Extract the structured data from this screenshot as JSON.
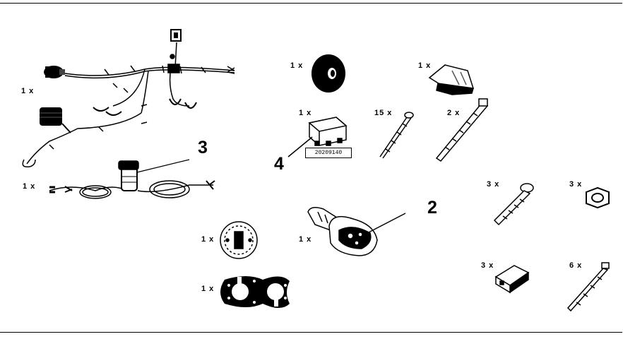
{
  "quantities": {
    "harness": "1 x",
    "wiring_loop": "1 x",
    "grommet": "1 x",
    "sleeve": "1 x",
    "relay": "1 x",
    "screw_15": "15 x",
    "tie_2": "2 x",
    "bolt": "3 x",
    "nut": "3 x",
    "connector": "3 x",
    "tie_6": "6 x",
    "socket_plate": "1 x",
    "gasket": "1 x",
    "socket": "1 x"
  },
  "callouts": {
    "c2": "2",
    "c3": "3",
    "c4": "4"
  },
  "relay_code": "20209140"
}
